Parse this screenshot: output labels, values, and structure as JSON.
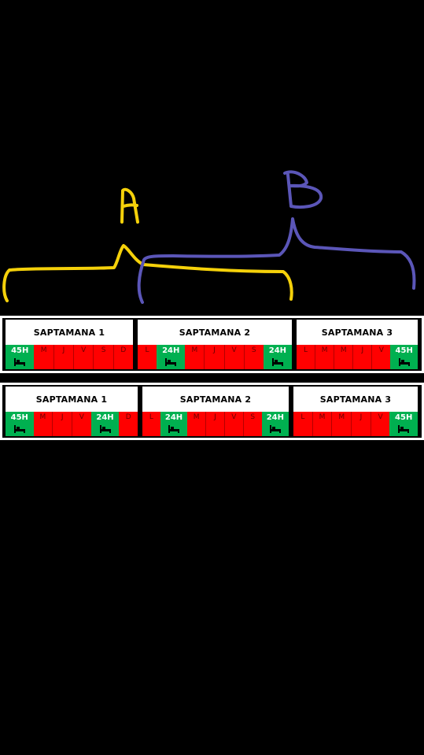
{
  "annotations": {
    "label_a": "A",
    "label_b": "B",
    "color_a": "#f5d10a",
    "color_b": "#5b56b8"
  },
  "colors": {
    "rest": "#00b050",
    "work": "#ff0000",
    "header": "#ffffff"
  },
  "schedules": [
    {
      "weeks": [
        {
          "title": "SAPTAMANA 1",
          "days": [
            {
              "label": "45H",
              "type": "rest",
              "icon": "bed-icon"
            },
            {
              "label": "M",
              "type": "work"
            },
            {
              "label": "J",
              "type": "work"
            },
            {
              "label": "V",
              "type": "work"
            },
            {
              "label": "S",
              "type": "work"
            },
            {
              "label": "D",
              "type": "work"
            }
          ]
        },
        {
          "title": "SAPTAMANA 2",
          "days": [
            {
              "label": "L",
              "type": "work"
            },
            {
              "label": "24H",
              "type": "rest",
              "icon": "bed-icon"
            },
            {
              "label": "M",
              "type": "work"
            },
            {
              "label": "J",
              "type": "work"
            },
            {
              "label": "V",
              "type": "work"
            },
            {
              "label": "S",
              "type": "work"
            },
            {
              "label": "24H",
              "type": "rest",
              "icon": "bed-icon"
            }
          ]
        },
        {
          "title": "SAPTAMANA 3",
          "days": [
            {
              "label": "L",
              "type": "work"
            },
            {
              "label": "M",
              "type": "work"
            },
            {
              "label": "M",
              "type": "work"
            },
            {
              "label": "J",
              "type": "work"
            },
            {
              "label": "V",
              "type": "work"
            },
            {
              "label": "45H",
              "type": "rest",
              "icon": "bed-icon"
            }
          ]
        }
      ]
    },
    {
      "weeks": [
        {
          "title": "SAPTAMANA 1",
          "days": [
            {
              "label": "45H",
              "type": "rest",
              "icon": "bed-icon"
            },
            {
              "label": "M",
              "type": "work"
            },
            {
              "label": "J",
              "type": "work"
            },
            {
              "label": "V",
              "type": "work"
            },
            {
              "label": "24H",
              "type": "rest",
              "icon": "bed-icon"
            },
            {
              "label": "D",
              "type": "work"
            }
          ]
        },
        {
          "title": "SAPTAMANA 2",
          "days": [
            {
              "label": "L",
              "type": "work"
            },
            {
              "label": "24H",
              "type": "rest",
              "icon": "bed-icon"
            },
            {
              "label": "M",
              "type": "work"
            },
            {
              "label": "J",
              "type": "work"
            },
            {
              "label": "V",
              "type": "work"
            },
            {
              "label": "S",
              "type": "work"
            },
            {
              "label": "24H",
              "type": "rest",
              "icon": "bed-icon"
            }
          ]
        },
        {
          "title": "SAPTAMANA 3",
          "days": [
            {
              "label": "L",
              "type": "work"
            },
            {
              "label": "M",
              "type": "work"
            },
            {
              "label": "M",
              "type": "work"
            },
            {
              "label": "J",
              "type": "work"
            },
            {
              "label": "V",
              "type": "work"
            },
            {
              "label": "45H",
              "type": "rest",
              "icon": "bed-icon"
            }
          ]
        }
      ]
    }
  ]
}
